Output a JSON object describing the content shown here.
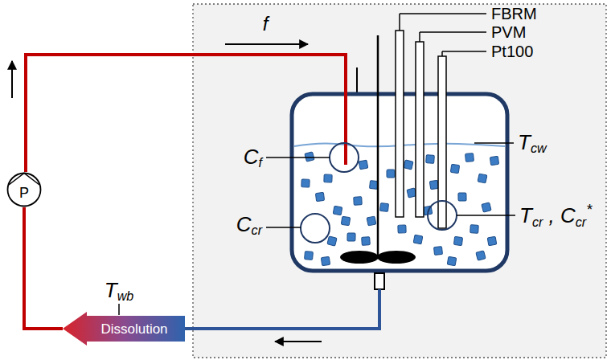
{
  "diagram": {
    "nodes": [
      {
        "text": [
          "Dissolution"
        ]
      },
      {
        "text": [
          "P"
        ]
      }
    ],
    "edges": [
      {
        "from": 0,
        "to": 1,
        "arrow": "none"
      }
    ],
    "labels": [
      "f",
      "FBRM",
      "PVM",
      "Pt100",
      "Cf",
      "Tcw",
      "Ccr",
      "Tcr , Ccr*",
      "Twb"
    ]
  }
}
